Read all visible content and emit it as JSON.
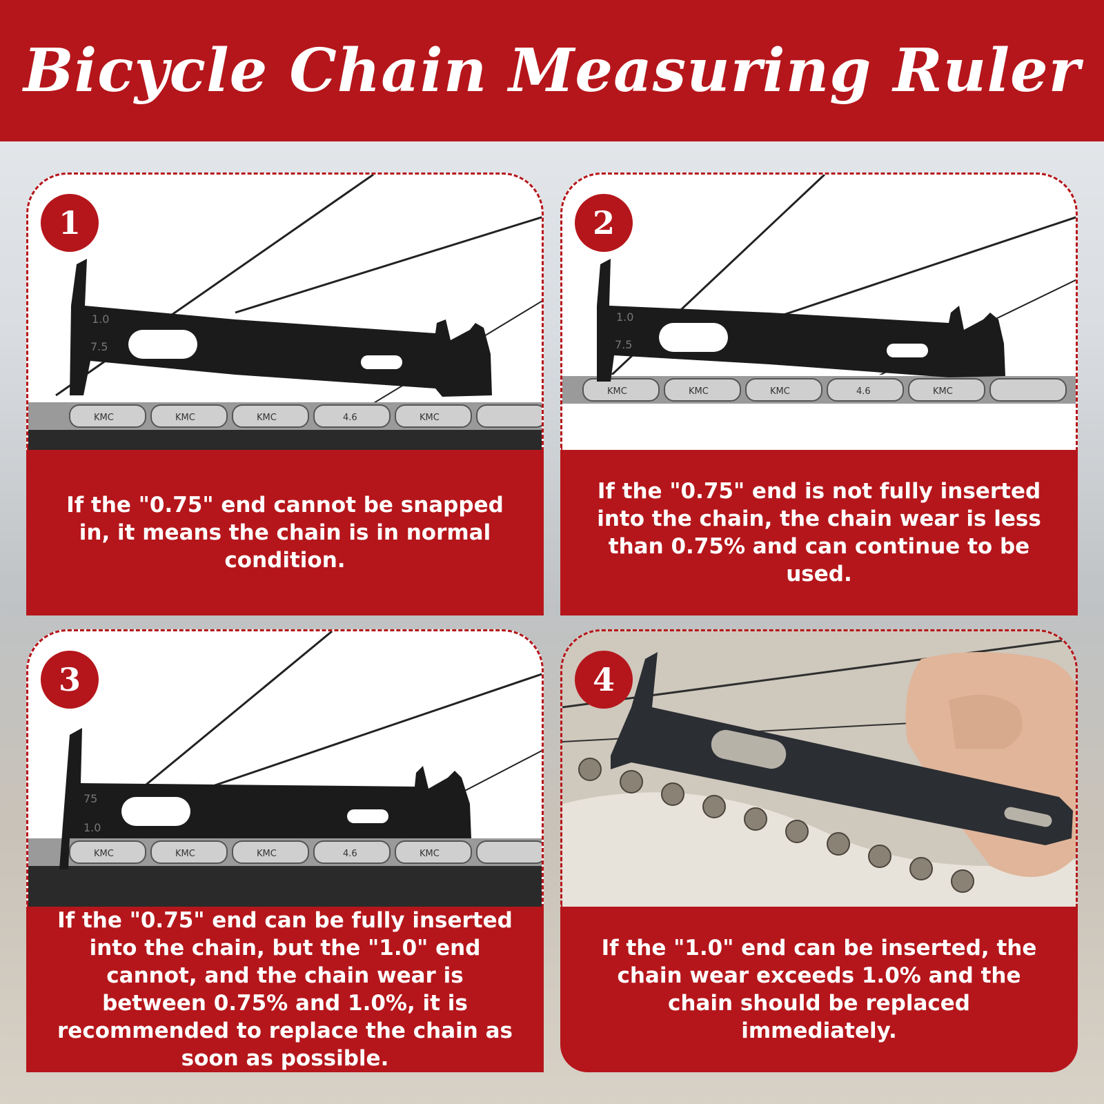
{
  "title": "Bicycle Chain Measuring Ruler",
  "colors": {
    "brand_red": "#b5161b",
    "text": "#ffffff",
    "tool": "#1b1b1b",
    "chain": "#9a9a9a"
  },
  "panels": [
    {
      "number": "1",
      "photo_subject": "chain-checker-tool-on-chain",
      "tool_marks": [
        "1.0",
        "7.5"
      ],
      "chain_marks": [
        "KMC",
        "KMC",
        "KMC",
        "4.6",
        "KMC"
      ],
      "caption": "If the \"0.75\" end cannot be snapped in, it means the chain is in normal condition."
    },
    {
      "number": "2",
      "photo_subject": "chain-checker-tool-on-chain",
      "tool_marks": [
        "1.0",
        "7.5"
      ],
      "chain_marks": [
        "KMC",
        "KMC",
        "KMC",
        "4.6",
        "KMC"
      ],
      "caption": "If the \"0.75\" end is not fully inserted into the chain, the chain wear is less than 0.75% and can continue to be used."
    },
    {
      "number": "3",
      "photo_subject": "chain-checker-tool-on-chain",
      "tool_marks": [
        "75",
        "1.0"
      ],
      "chain_marks": [
        "KMC",
        "KMC",
        "KMC",
        "4.6",
        "KMC"
      ],
      "caption": "If the \"0.75\" end can be fully inserted into the chain, but the \"1.0\" end cannot, and the chain wear is between 0.75% and 1.0%, it is recommended to replace the chain as soon as possible."
    },
    {
      "number": "4",
      "photo_subject": "hand-holding-chain-checker-on-bike-chain",
      "tool_marks": [],
      "chain_marks": [],
      "caption": "If the \"1.0\" end can be inserted, the chain wear exceeds 1.0% and the chain should be replaced immediately."
    }
  ]
}
